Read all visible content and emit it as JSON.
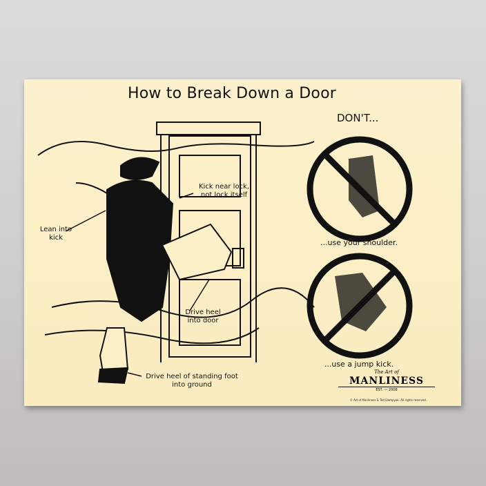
{
  "poster": {
    "title": "How to Break Down a Door",
    "captions": {
      "kick_near_lock": "Kick near lock, not lock itself",
      "lean_into_kick": "Lean into kick",
      "drive_heel_door": "Drive heel into door",
      "drive_heel_ground": "Drive heel of standing foot into ground"
    },
    "dont_heading": "DON'T...",
    "dont_items": [
      {
        "caption": "...use your shoulder.",
        "icon": "prohibited-sign-icon"
      },
      {
        "caption": "...use a jump kick.",
        "icon": "prohibited-sign-icon"
      }
    ],
    "logo": {
      "line1": "The Art of",
      "line2": "MANLINESS",
      "est": "EST.",
      "year": "2008"
    },
    "copyright": "© Art of Manliness & Ted Slampyak. All rights reserved."
  },
  "colors": {
    "paper": "#fcf0c8",
    "ink": "#111111",
    "background": "#d0d0d0"
  }
}
